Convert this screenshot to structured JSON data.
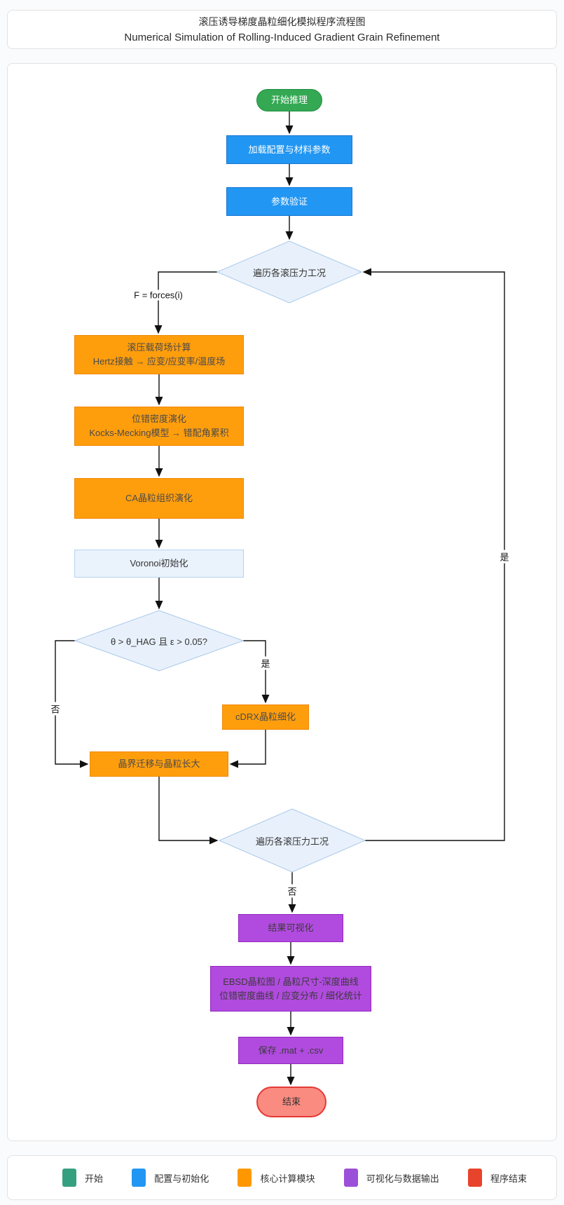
{
  "title": {
    "zh": "滚压诱导梯度晶粒细化模拟程序流程图",
    "en": "Numerical Simulation of Rolling-Induced Gradient Grain Refinement"
  },
  "flowchart": {
    "nodes": {
      "start": {
        "label": "开始推理"
      },
      "load_config": {
        "label": "加载配置与材料参数"
      },
      "param_validate": {
        "label": "参数验证"
      },
      "loop_top": {
        "label": "遍历各滚压力工况"
      },
      "load_field": {
        "label": "滚压载荷场计算",
        "label2": "Hertz接触 → 应变/应变率/温度场"
      },
      "dislocation": {
        "label": "位错密度演化",
        "label2": "Kocks-Mecking模型 → 错配角累积"
      },
      "ca_evolution": {
        "label": "CA晶粒组织演化"
      },
      "voronoi": {
        "label": "Voronoi初始化"
      },
      "condition": {
        "label": "θ > θ_HAG 且 ε > 0.05?"
      },
      "cdrx": {
        "label": "cDRX晶粒细化"
      },
      "boundary": {
        "label": "晶界迁移与晶粒长大"
      },
      "loop_bottom": {
        "label": "遍历各滚压力工况"
      },
      "visualization": {
        "label": "结果可视化"
      },
      "outputs": {
        "label": "EBSD晶粒图 / 晶粒尺寸-深度曲线",
        "label2": "位错密度曲线 / 应变分布 / 细化统计"
      },
      "save": {
        "label": "保存 .mat + .csv"
      },
      "end": {
        "label": "结束"
      }
    },
    "edge_labels": {
      "forces": "F = forces(i)",
      "yes_cdrx": "是",
      "no_condition": "否",
      "yes_loop": "是",
      "no_loop": "否"
    }
  },
  "colors": {
    "start_fill": "#34A853",
    "process_blue": "#2196F3",
    "core_orange": "#FF9E0D",
    "init_fill": "#EAF2FC",
    "decision_fill": "#E8F1FB",
    "output_purple": "#B14BDF",
    "end_fill": "#F98B80",
    "arrow": "#111111"
  },
  "legend": {
    "items": [
      {
        "label": "开始",
        "color": "#35A080"
      },
      {
        "label": "配置与初始化",
        "color": "#2196F3"
      },
      {
        "label": "核心计算模块",
        "color": "#FF9800"
      },
      {
        "label": "可视化与数据输出",
        "color": "#9C4FD9"
      },
      {
        "label": "程序结束",
        "color": "#E8432B"
      }
    ]
  }
}
